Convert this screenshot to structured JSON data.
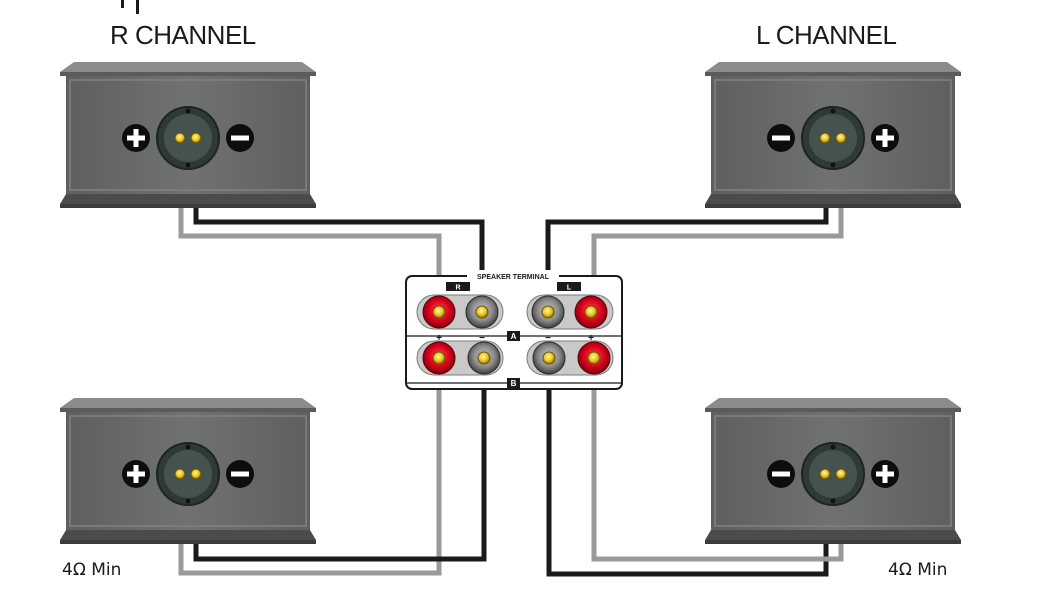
{
  "diagram": {
    "labels": {
      "r_channel": "R CHANNEL",
      "l_channel": "L CHANNEL",
      "impedance_left": "4Ω Min",
      "impedance_right": "4Ω Min"
    },
    "terminal_panel": {
      "title": "SPEAKER TERMINAL",
      "r_tag": "R",
      "l_tag": "L",
      "a_tag": "A",
      "b_tag": "B",
      "plus": "+",
      "minus": "−"
    },
    "colors": {
      "cabinet": "#6d6e70",
      "cabinet_dark": "#505153",
      "cabinet_top": "#8a8b8d",
      "cabinet_base": "#4a4b4d",
      "cup": "#2f3a38",
      "red_post": "#e0001a",
      "gold_post": "#e8c21a",
      "wire_black": "#1a1a1a",
      "wire_gray": "#9a9a9a"
    },
    "speakers": [
      {
        "id": "front-right",
        "terminal_order": [
          "+",
          "−"
        ]
      },
      {
        "id": "front-left",
        "terminal_order": [
          "−",
          "+"
        ]
      },
      {
        "id": "surround-right",
        "terminal_order": [
          "+",
          "−"
        ]
      },
      {
        "id": "surround-left",
        "terminal_order": [
          "−",
          "+"
        ]
      }
    ]
  }
}
